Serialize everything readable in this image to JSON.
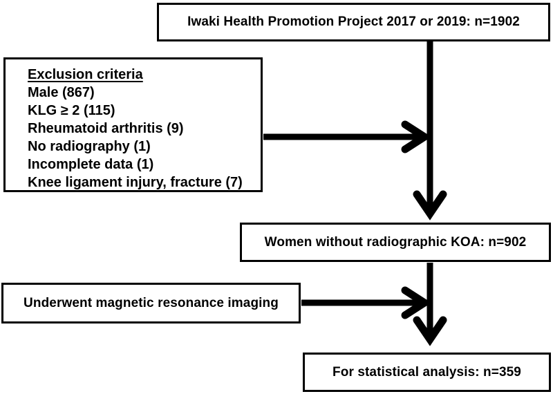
{
  "diagram": {
    "boxes": {
      "project": {
        "label": "Iwaki Health Promotion Project 2017 or 2019: n=1902"
      },
      "exclusion": {
        "title": "Exclusion criteria",
        "items": [
          "Male (867)",
          "KLG ≥ 2 (115)",
          "Rheumatoid arthritis (9)",
          "No radiography (1)",
          "Incomplete data (1)",
          "Knee ligament injury, fracture (7)"
        ]
      },
      "no_koa": {
        "label": "Women without radiographic KOA: n=902"
      },
      "mri": {
        "label": "Underwent magnetic resonance imaging"
      },
      "analysis": {
        "label": "For statistical analysis: n=359"
      }
    },
    "connections": [
      {
        "from": "project",
        "to": "no_koa",
        "type": "arrow-down"
      },
      {
        "from": "exclusion",
        "to": "main-flow",
        "type": "arrow-right"
      },
      {
        "from": "no_koa",
        "to": "analysis",
        "type": "arrow-down"
      },
      {
        "from": "mri",
        "to": "main-flow",
        "type": "arrow-right"
      }
    ],
    "colors": {
      "line": "#000000",
      "box_border": "#000000",
      "box_fill": "#ffffff",
      "text": "#000000",
      "background": "#ffffff"
    }
  }
}
